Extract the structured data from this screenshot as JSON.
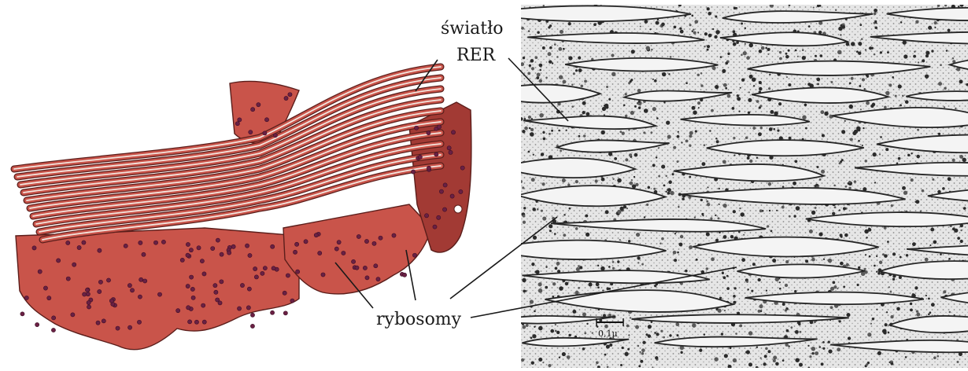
{
  "labels": {
    "lumen_line1": "światło",
    "lumen_line2": "RER",
    "ribosomes": "rybosomy",
    "scale_bar": "0,1µ"
  },
  "colors": {
    "cisterna_fill": "#c9544a",
    "cisterna_dark": "#a23a34",
    "cisterna_edge": "#5b1e1b",
    "lumen": "#f3e4dd",
    "ribosome": "#6a2044",
    "micrograph_bg": "#e9e9e9",
    "membrane_dark": "#262626"
  }
}
